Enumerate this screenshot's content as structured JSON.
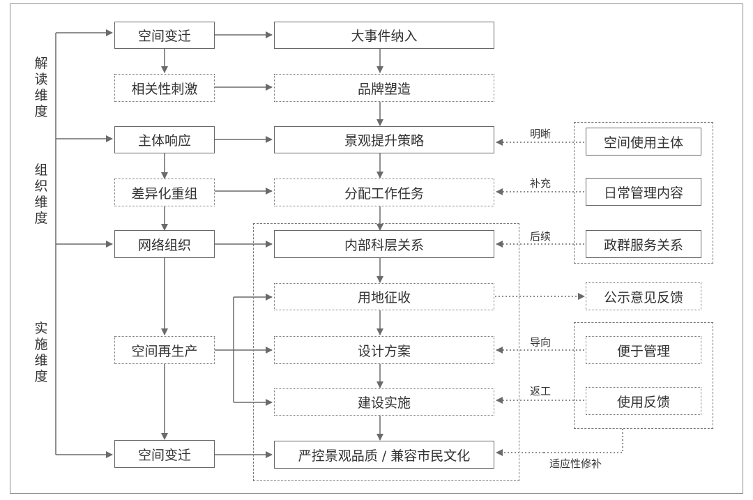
{
  "side_labels": {
    "interpret": "解读维度",
    "organize": "组织维度",
    "implement": "实施维度"
  },
  "left_column": {
    "space_change_top": "空间变迁",
    "relevance_stimulus": "相关性刺激",
    "subject_response": "主体响应",
    "diff_reorganize": "差异化重组",
    "network_org": "网络组织",
    "space_reproduce": "空间再生产",
    "space_change_bottom": "空间变迁"
  },
  "center_column": {
    "major_event": "大事件纳入",
    "brand_building": "品牌塑造",
    "landscape_strategy": "景观提升策略",
    "assign_tasks": "分配工作任务",
    "internal_relations": "内部科层关系",
    "land_acquisition": "用地征收",
    "design_scheme": "设计方案",
    "construction": "建设实施",
    "quality_control": "严控景观品质 / 兼容市民文化"
  },
  "right_column": {
    "space_users": "空间使用主体",
    "daily_content": "日常管理内容",
    "gov_relations": "政群服务关系",
    "public_feedback": "公示意见反馈",
    "easy_manage": "便于管理",
    "use_feedback": "使用反馈"
  },
  "arrow_notes": {
    "clarify": "明晰",
    "supplement": "补充",
    "follow_up": "后续",
    "guide": "导向",
    "rework": "返工",
    "adaptive_repair": "适应性修补"
  }
}
